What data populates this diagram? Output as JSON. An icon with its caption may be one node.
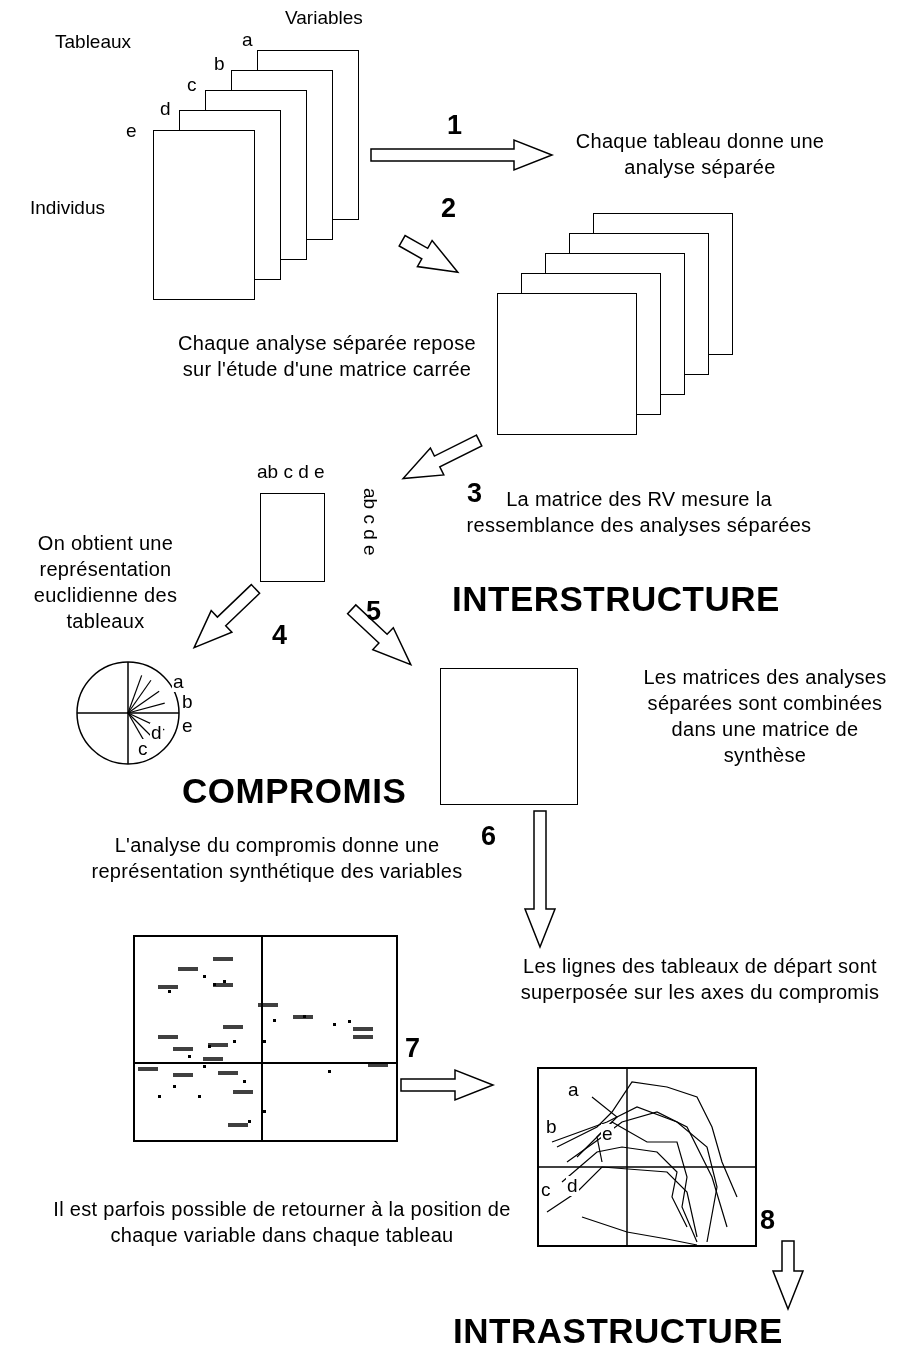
{
  "diagram": {
    "nodes": [
      {
        "text": [
          "a",
          "b",
          "c",
          "d",
          "e"
        ],
        "beside": [
          "Tableaux",
          "Variables",
          "Individus"
        ]
      },
      {
        "text": [
          "Chaque tableau donne une analyse séparée"
        ]
      },
      {
        "text": [],
        "shape": "picture"
      },
      {
        "text": [],
        "shape": "box",
        "beside": [
          "ab c d e",
          "ab c d e"
        ]
      },
      {
        "text": [
          "a",
          "b",
          "e",
          "d",
          "c"
        ]
      },
      {
        "text": [],
        "shape": "box"
      },
      {
        "text": [],
        "shape": "picture"
      },
      {
        "text": [
          "a",
          "b",
          "e",
          "c",
          "d"
        ]
      },
      {
        "text": [
          "INTRASTRUCTURE"
        ]
      },
      {
        "text": [
          "Les lignes des tableaux de départ sont superposée sur les axes du compromis"
        ]
      }
    ],
    "edges": [
      {
        "from": 0,
        "to": 1,
        "arrow": "to",
        "label": "1"
      },
      {
        "from": 0,
        "to": 2,
        "arrow": "to",
        "label": "2"
      },
      {
        "from": 2,
        "to": 3,
        "arrow": "to",
        "label": "3"
      },
      {
        "from": 3,
        "to": 4,
        "arrow": "to",
        "label": "4"
      },
      {
        "from": 3,
        "to": 5,
        "arrow": "to",
        "label": "5"
      },
      {
        "from": 5,
        "to": 9,
        "arrow": "to",
        "label": "6"
      },
      {
        "from": 6,
        "to": 7,
        "arrow": "to",
        "label": "7"
      },
      {
        "from": null,
        "to": 8,
        "arrow": "to",
        "label": "8"
      }
    ],
    "labels": [
      "Chaque analyse séparée repose sur l'étude d'une matrice carrée",
      "La matrice des RV mesure la ressemblance des analyses séparées",
      "INTERSTRUCTURE",
      "On obtient une représentation euclidienne des tableaux",
      "COMPROMIS",
      "Les matrices des analyses séparées sont combinées dans une matrice de synthèse",
      "L'analyse du compromis donne une représentation synthétique des variables",
      "Il est parfois possible de retourner à la position de chaque variable dans chaque tableau"
    ]
  }
}
